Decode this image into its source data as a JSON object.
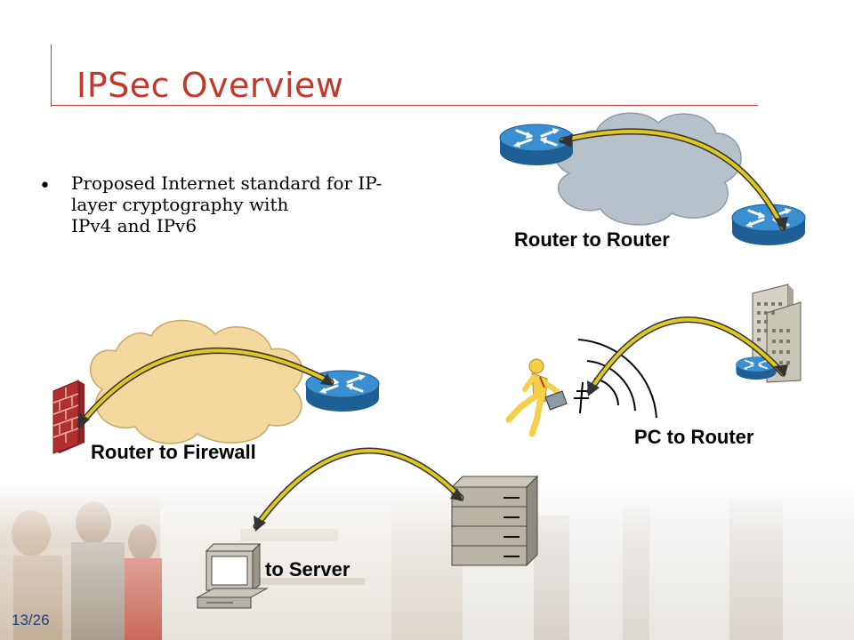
{
  "slide": {
    "title": "IPSec Overview",
    "bullets": [
      {
        "lines": [
          "Proposed Internet standard for IP-",
          "layer cryptography with",
          "IPv4 and IPv6"
        ]
      }
    ],
    "page_number": "13/26"
  },
  "diagram": {
    "labels": {
      "router_to_router": "Router to Router",
      "pc_to_router": "PC to Router",
      "router_to_firewall": "Router to Firewall",
      "to_server": "to Server"
    }
  },
  "colors": {
    "title": "#c0392b",
    "router_blue": "#2b7cc0",
    "tunnel_yellow": "#e0c81c",
    "cloud_grey": "#b6c1c9",
    "cloud_tan": "#f3d79c",
    "firewall_red": "#b22f2f",
    "page_number": "#1f3f7a"
  }
}
